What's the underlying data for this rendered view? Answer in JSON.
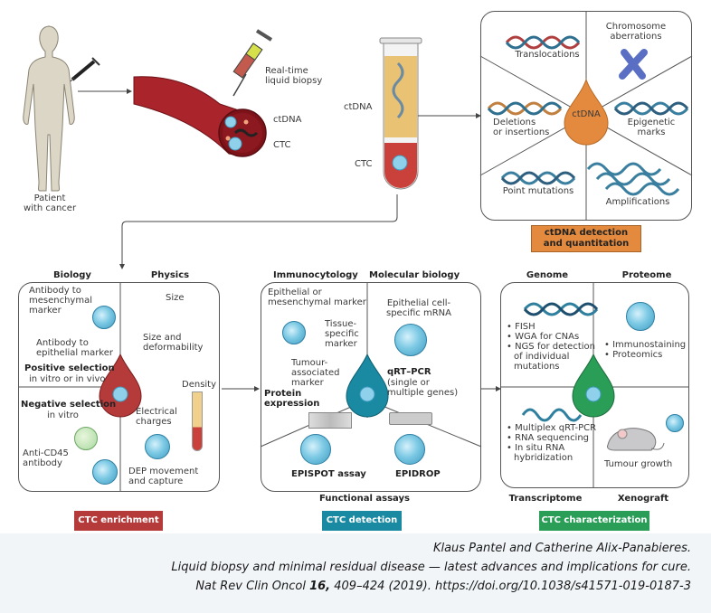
{
  "colors": {
    "enrichment": "#b53a3a",
    "detection": "#1a8aa3",
    "characterization": "#2a9d57",
    "ctdna": "#e38a3e",
    "vessel": "#a9242b",
    "cell": "#7cc9e4",
    "citation_bg": "#f1f5f8"
  },
  "top": {
    "patient_label": [
      "Patient",
      "with cancer"
    ],
    "syringe_label": [
      "Real-time",
      "liquid biopsy"
    ],
    "vessel_labels": {
      "ctdna": "ctDNA",
      "ctc": "CTC"
    },
    "tube_labels": {
      "ctdna": "ctDNA",
      "ctc": "CTC"
    }
  },
  "ctdna_panel": {
    "center_label": "ctDNA",
    "segments": [
      {
        "label": "Translocations"
      },
      {
        "label": "Chromosome aberrations",
        "lines": [
          "Chromosome",
          "aberrations"
        ]
      },
      {
        "label": "Deletions or insertions",
        "lines": [
          "Deletions",
          "or insertions"
        ]
      },
      {
        "label": "Epigenetic marks",
        "lines": [
          "Epigenetic",
          "marks"
        ]
      },
      {
        "label": "Point mutations"
      },
      {
        "label": "Amplifications"
      }
    ],
    "badge": [
      "ctDNA detection",
      "and quantitation"
    ]
  },
  "enrichment_panel": {
    "headers": {
      "left": "Biology",
      "right": "Physics"
    },
    "antibody_mesenchymal": [
      "Antibody to",
      "mesenchymal",
      "marker"
    ],
    "antibody_epithelial": [
      "Antibody to",
      "epithelial marker"
    ],
    "positive_selection": {
      "title": "Positive selection",
      "sub": "in vitro or in vivo"
    },
    "negative_selection": {
      "title": "Negative selection",
      "sub": "in vitro"
    },
    "anti_cd45": [
      "Anti-CD45",
      "antibody"
    ],
    "size": "Size",
    "size_deform": [
      "Size and",
      "deformability"
    ],
    "density": "Density",
    "electrical": [
      "Electrical",
      "charges"
    ],
    "dep": [
      "DEP movement",
      "and capture"
    ],
    "badge": "CTC enrichment"
  },
  "detection_panel": {
    "headers": {
      "left": "Immunocytology",
      "right": "Molecular biology"
    },
    "epi_mes_marker": [
      "Epithelial or",
      "mesenchymal marker"
    ],
    "tissue_marker": [
      "Tissue-",
      "specific",
      "marker"
    ],
    "tumour_marker": [
      "Tumour-",
      "associated",
      "marker"
    ],
    "protein_expression": [
      "Protein",
      "expression"
    ],
    "mrna": [
      "Epithelial cell-",
      "specific mRNA"
    ],
    "qrtpcr": {
      "title": "qRT–PCR",
      "sub": [
        "(single or",
        "multiple genes)"
      ]
    },
    "episopt": "EPISPOT assay",
    "epidrop": "EPIDROP",
    "footer": "Functional assays",
    "badge": "CTC detection"
  },
  "characterization_panel": {
    "headers": {
      "top_left": "Genome",
      "top_right": "Proteome",
      "bottom_left": "Transcriptome",
      "bottom_right": "Xenograft"
    },
    "genome_items": [
      "• FISH",
      "• WGA for CNAs",
      "• NGS for detection",
      "  of individual",
      "  mutations"
    ],
    "proteome_items": [
      "• Immunostaining",
      "• Proteomics"
    ],
    "transcriptome_items": [
      "• Multiplex qRT-PCR",
      "• RNA sequencing",
      "• In situ RNA",
      "  hybridization"
    ],
    "xenograft_label": "Tumour growth",
    "badge": "CTC characterization"
  },
  "citation": {
    "authors": "Klaus Pantel and Catherine Alix-Panabieres.",
    "title": "Liquid biopsy and minimal residual disease — latest advances and implications for cure.",
    "journal_prefix": "Nat Rev Clin Oncol ",
    "volume": "16,",
    "rest": " 409–424 (2019). https://doi.org/10.1038/s41571-019-0187-3"
  }
}
